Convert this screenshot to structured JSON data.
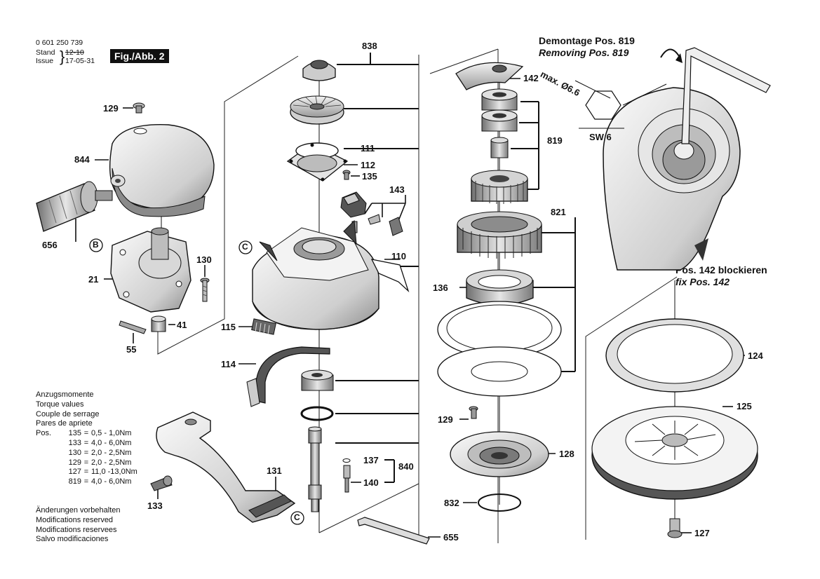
{
  "header": {
    "part_number": "0 601 250 739",
    "stand_label": "Stand",
    "stand_value": "12-10",
    "issue_label": "Issue",
    "issue_value": "17-05-31",
    "figure_label": "Fig./Abb. 2"
  },
  "removal_note": {
    "title_de": "Demontage Pos. 819",
    "title_en": "Removing Pos. 819",
    "dim_max": "max. Ø6.6",
    "dim_sw": "SW 6"
  },
  "fix_note": {
    "line_de": "Pos. 142 blockieren",
    "line_en": "fix Pos. 142"
  },
  "callouts": {
    "c838": "838",
    "c142": "142",
    "c129a": "129",
    "c844": "844",
    "c111": "111",
    "c112": "112",
    "c135": "135",
    "c819": "819",
    "c143": "143",
    "c656": "656",
    "c21": "21",
    "c130": "130",
    "c110": "110",
    "c821": "821",
    "c136": "136",
    "c41": "41",
    "c55": "55",
    "c115": "115",
    "c114": "114",
    "c124": "124",
    "c125": "125",
    "c129b": "129",
    "c128": "128",
    "c137": "137",
    "c840": "840",
    "c140": "140",
    "c131": "131",
    "c133": "133",
    "c832": "832",
    "c655": "655",
    "c127": "127",
    "markB": "B",
    "markC1": "C",
    "markC2": "C"
  },
  "torque": {
    "lines": [
      "Anzugsmomente",
      "Torque values",
      "Couple de serrage",
      "Pares de apriete"
    ],
    "rows": [
      {
        "pos": "Pos.",
        "id": "135",
        "eq": "=",
        "value": "0,5 - 1,0Nm"
      },
      {
        "pos": "",
        "id": "133",
        "eq": "=",
        "value": "4,0 - 6,0Nm"
      },
      {
        "pos": "",
        "id": "130",
        "eq": "=",
        "value": "2,0 - 2,5Nm"
      },
      {
        "pos": "",
        "id": "129",
        "eq": "=",
        "value": "2,0 - 2,5Nm"
      },
      {
        "pos": "",
        "id": "127",
        "eq": "=",
        "value": "11,0 -13,0Nm"
      },
      {
        "pos": "",
        "id": "819",
        "eq": "=",
        "value": "4,0 - 6,0Nm"
      }
    ]
  },
  "modifications": {
    "lines": [
      "Änderungen vorbehalten",
      "Modifications reserved",
      "Modifications reservees",
      "Salvo modificaciones"
    ]
  }
}
